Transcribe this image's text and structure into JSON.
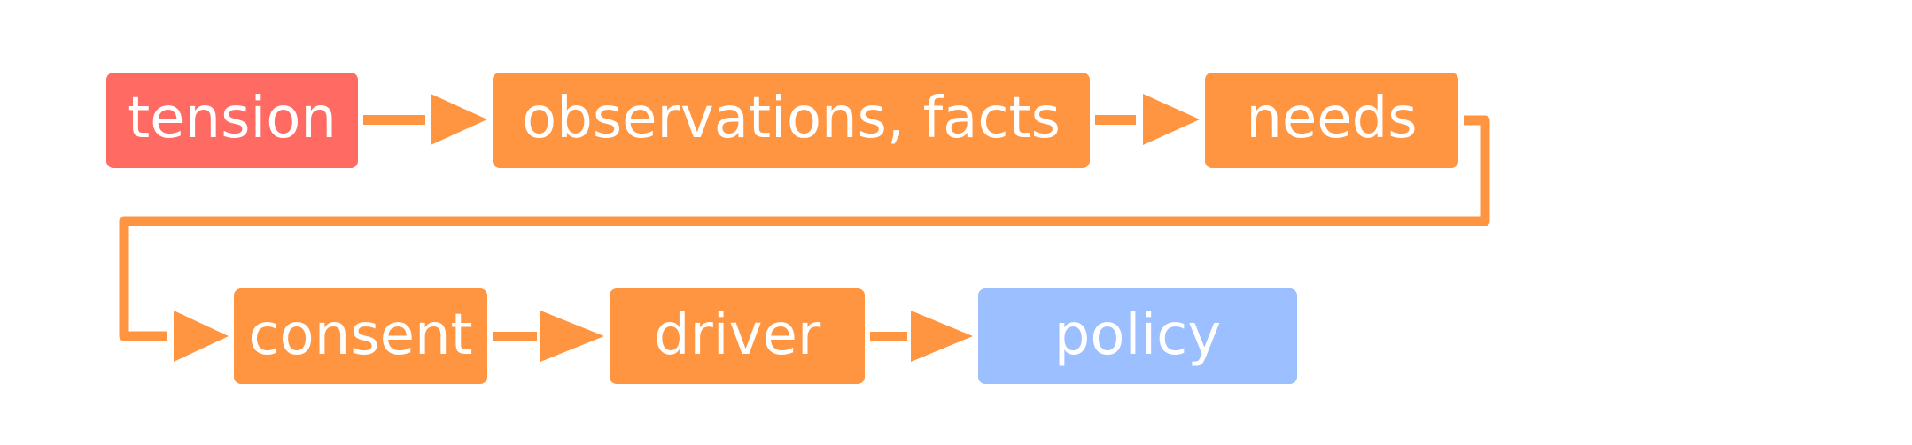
{
  "colors": {
    "start": "#ff6b63",
    "step": "#ff9541",
    "end": "#9bbfff",
    "connector": "#ff9541",
    "text": "#ffffff",
    "background": "#ffffff"
  },
  "nodes": [
    {
      "id": "tension",
      "label": "tension",
      "role": "start"
    },
    {
      "id": "observations",
      "label": "observations, facts",
      "role": "step"
    },
    {
      "id": "needs",
      "label": "needs",
      "role": "step"
    },
    {
      "id": "consent",
      "label": "consent",
      "role": "step"
    },
    {
      "id": "driver",
      "label": "driver",
      "role": "step"
    },
    {
      "id": "policy",
      "label": "policy",
      "role": "end"
    }
  ],
  "edges": [
    {
      "from": "tension",
      "to": "observations"
    },
    {
      "from": "observations",
      "to": "needs"
    },
    {
      "from": "needs",
      "to": "consent"
    },
    {
      "from": "consent",
      "to": "driver"
    },
    {
      "from": "driver",
      "to": "policy"
    }
  ]
}
